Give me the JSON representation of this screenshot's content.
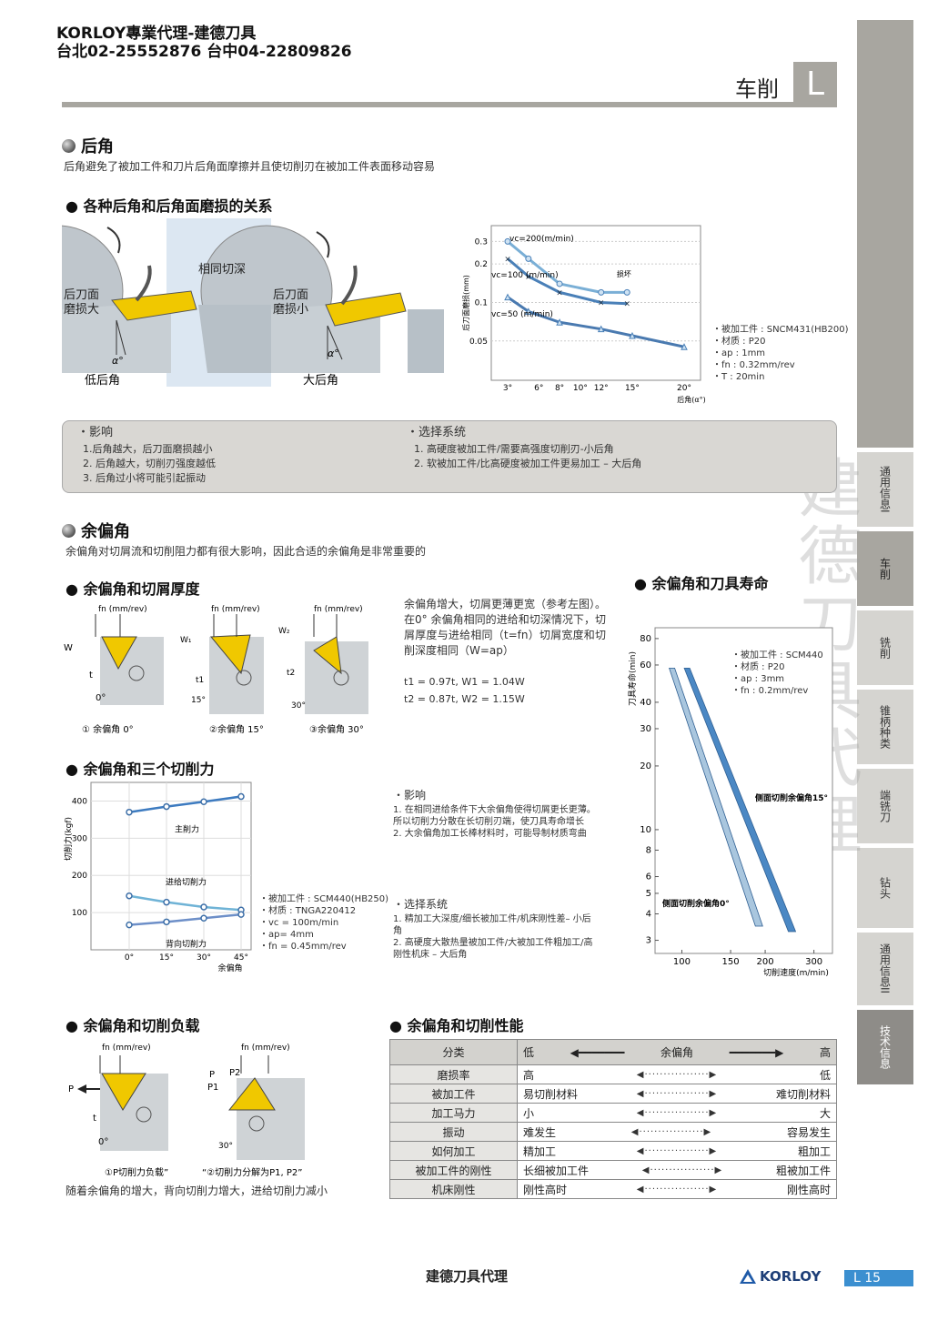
{
  "header": {
    "dealer_line1": "KORLOY專業代理-建德刀具",
    "dealer_line2": "台北02-25552876 台中04-22809826",
    "chapter": "车削",
    "chapter_letter": "L"
  },
  "sidebar": {
    "tabs": [
      "通用信息I",
      "车削",
      "铣削",
      "锥柄种类",
      "端铣刀",
      "钻头",
      "通用信息II",
      "技术信息"
    ]
  },
  "watermark": "建德刀具代理",
  "relief": {
    "title": "后角",
    "desc": "后角避免了被加工件和刀片后角面摩擦并且使切削刃在被加工件表面移动容易",
    "sub_title": "各种后角和后角面磨损的关系",
    "diagram": {
      "same_depth": "相同切深",
      "left_wear_1": "后刀面",
      "left_wear_2": "磨损大",
      "right_wear_1": "后刀面",
      "right_wear_2": "磨损小",
      "alpha": "α°",
      "small_angle": "低后角",
      "large_angle": "大后角"
    },
    "chart_conditions": [
      "・被加工件 : SNCM431(HB200)",
      "・材质 : P20",
      "・ap : 1mm",
      "・fn : 0.32mm/rev",
      "・T : 20min"
    ],
    "box_left_title": "・影响",
    "box_left_items": [
      "1.后角越大，后刀面磨损越小",
      "2. 后角越大，切削刃强度越低",
      "3. 后角过小将可能引起振动"
    ],
    "box_right_title": "・选择系统",
    "box_right_items": [
      "1. 高硬度被加工件/需要高强度切削刃-小后角",
      "2. 软被加工件/比高硬度被加工件更易加工 – 大后角"
    ]
  },
  "lead": {
    "title": "余偏角",
    "desc": "余偏角对切屑流和切削阻力都有很大影响，因此合适的余偏角是非常重要的",
    "chip_title": "余偏角和切屑厚度",
    "chip_fn": "fn (mm/rev)",
    "chip_labels": [
      "① 余偏角 0°",
      "②余偏角 15°",
      "③余偏角 30°"
    ],
    "chip_text": "余偏角增大，切屑更薄更宽（参考左图）。在0° 余偏角相同的进给和切深情况下，切屑厚度与进给相同（t=fn）切屑宽度和切削深度相同（W=ap）",
    "formula1": "t1 = 0.97t,  W1 = 1.04W",
    "formula2": "t2 = 0.87t,  W2 = 1.15W",
    "force_title": "余偏角和三个切削力",
    "force_conditions": [
      "・被加工件 : SCM440(HB250)",
      "・材质 : TNGA220412",
      "・vc = 100m/min",
      "・ap= 4mm",
      "・fn = 0.45mm/rev"
    ],
    "influence_title": "・影响",
    "influence_items": [
      "1. 在相同进给条件下大余偏角使得切屑更长更薄。",
      "   所以切削力分散在长切削刃端，使刀具寿命增长",
      "2. 大余偏角加工长棒材料时，可能导制材质弯曲"
    ],
    "select_title": "・选择系统",
    "select_items": [
      "1. 精加工大深度/细长被加工件/机床刚性差– 小后",
      "   角",
      "2. 高硬度大散热量被加工件/大被加工件粗加工/高",
      "   刚性机床 – 大后角"
    ],
    "life_title": "余偏角和刀具寿命",
    "life_conditions": [
      "・被加工件 : SCM440",
      "・材质 : P20",
      "・ap : 3mm",
      "・fn : 0.2mm/rev"
    ],
    "load_title": "余偏角和切削负载",
    "load_fn": "fn (mm/rev)",
    "load_labels": [
      "①P切削力负载”",
      "“②切削力分解为P1, P2”"
    ],
    "load_note": "随着余偏角的增大，背向切削力增大，进给切削力减小",
    "perf_title": "余偏角和切削性能",
    "perf_head": {
      "key": "分类",
      "low": "低",
      "mid": "余偏角",
      "high": "高"
    },
    "perf_rows": [
      {
        "key": "磨损率",
        "left": "高",
        "right": "低"
      },
      {
        "key": "被加工件",
        "left": "易切削材料",
        "right": "难切削材料"
      },
      {
        "key": "加工马力",
        "left": "小",
        "right": "大"
      },
      {
        "key": "振动",
        "left": "难发生",
        "right": "容易发生"
      },
      {
        "key": "如何加工",
        "left": "精加工",
        "right": "粗加工"
      },
      {
        "key": "被加工件的刚性",
        "left": "长细被加工件",
        "right": "粗被加工件"
      },
      {
        "key": "机床刚性",
        "left": "刚性高时",
        "right": "刚性高时"
      }
    ]
  },
  "footer": {
    "text": "建德刀具代理",
    "brand": "KORLOY",
    "page": "L 15"
  },
  "chart_data": [
    {
      "type": "line",
      "ylabel": "后刀面磨损(mm)",
      "xlabel": "后角(α°)",
      "x_ticks": [
        "3°",
        "6°",
        "8°",
        "10°",
        "12°",
        "15°",
        "20°"
      ],
      "y_ticks": [
        "0.05",
        "0.1",
        "0.2",
        "0.3"
      ],
      "annotation": "损坏",
      "series": [
        {
          "name": "vc=200(m/min)",
          "x": [
            3,
            5,
            8,
            12,
            14.5
          ],
          "y": [
            0.3,
            0.22,
            0.14,
            0.12,
            0.12
          ]
        },
        {
          "name": "vc=100 (m/min)",
          "x": [
            3,
            5,
            8,
            12,
            14.5
          ],
          "y": [
            0.22,
            0.16,
            0.12,
            0.1,
            0.098
          ]
        },
        {
          "name": "vc=50 (m/min)",
          "x": [
            3,
            5,
            8,
            12,
            15,
            20
          ],
          "y": [
            0.11,
            0.085,
            0.07,
            0.062,
            0.055,
            0.045
          ]
        }
      ]
    },
    {
      "type": "line",
      "ylabel": "切削力(kgf)",
      "xlabel": "余偏角",
      "categories": [
        "0°",
        "15°",
        "30°",
        "45°"
      ],
      "y_ticks": [
        "100",
        "200",
        "300",
        "400"
      ],
      "ylim": [
        0,
        450
      ],
      "series": [
        {
          "name": "主削力",
          "values": [
            370,
            385,
            398,
            412
          ]
        },
        {
          "name": "进给切削力",
          "values": [
            145,
            128,
            115,
            107
          ]
        },
        {
          "name": "背向切削力",
          "values": [
            67,
            75,
            85,
            95
          ]
        }
      ]
    },
    {
      "type": "line",
      "ylabel": "刀具寿命(min)",
      "xlabel": "切削速度(m/min)",
      "x_ticks": [
        "100",
        "150",
        "200",
        "300"
      ],
      "y_ticks": [
        "3",
        "4",
        "5",
        "6",
        "8",
        "10",
        "20",
        "30",
        "40",
        "60",
        "80"
      ],
      "series": [
        {
          "name": "侧面切削余偏角0°",
          "x": [
            90,
            190
          ],
          "y": [
            58,
            3.5
          ]
        },
        {
          "name": "侧面切削余偏角15°",
          "x": [
            102,
            250
          ],
          "y": [
            58,
            3.3
          ]
        }
      ]
    }
  ]
}
